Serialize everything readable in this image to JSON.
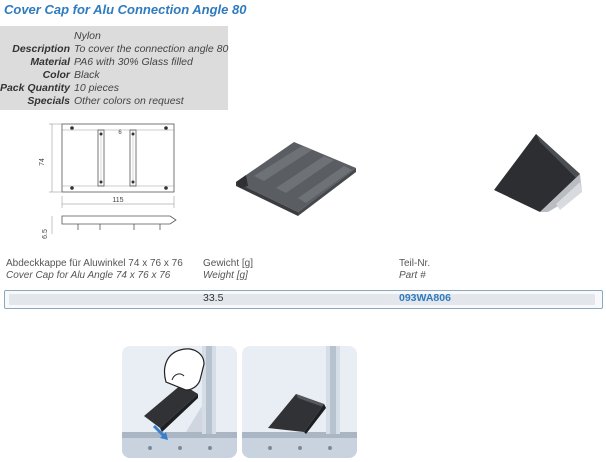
{
  "title": "Cover Cap for Alu Connection Angle 80",
  "specs": {
    "type_value": "Nylon",
    "rows": [
      {
        "key": "Description",
        "value": "To cover the connection angle 80"
      },
      {
        "key": "Material",
        "value": "PA6 with 30% Glass filled"
      },
      {
        "key": "Color",
        "value": "Black"
      },
      {
        "key": "Pack Quantity",
        "value": "10 pieces"
      },
      {
        "key": "Specials",
        "value": "Other colors on request"
      }
    ]
  },
  "drawing": {
    "dim_height": "74",
    "dim_width": "115",
    "dim_thickness": "6.5",
    "dim_small": "6"
  },
  "table": {
    "col1_de": "Abdeckkappe für Aluwinkel 74 x 76 x 76",
    "col1_en": "Cover Cap for Alu Angle 74 x 76 x 76",
    "col2_de": "Gewicht [g]",
    "col2_en": "Weight [g]",
    "col3_de": "Teil-Nr.",
    "col3_en": "Part #",
    "weight": "33.5",
    "part_no": "093WA806"
  }
}
